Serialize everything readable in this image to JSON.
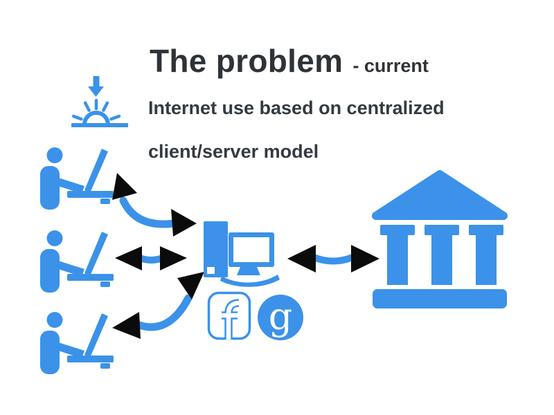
{
  "colors": {
    "accent": "#3B92E8",
    "heading_text": "#2F3337",
    "arrow_black": "#0B0B0B",
    "background": "#FFFFFF"
  },
  "header": {
    "title": "The problem",
    "title_suffix": "- current",
    "subtitle_line1": "Internet use based on centralized",
    "subtitle_line2": "client/server model"
  },
  "icons": {
    "sunrise": "sunrise-with-down-arrow",
    "clients": [
      "person-at-computer",
      "person-at-computer",
      "person-at-computer"
    ],
    "server": "desktop-computer",
    "services": [
      {
        "name": "facebook",
        "glyph": "f"
      },
      {
        "name": "google",
        "glyph": "g"
      }
    ],
    "institution": "bank-building"
  },
  "connections": [
    {
      "from": "client-1",
      "to": "server",
      "style": "curved-double-headed-arrow"
    },
    {
      "from": "client-2",
      "to": "server",
      "style": "straight-double-headed-arrow"
    },
    {
      "from": "client-3",
      "to": "server",
      "style": "curved-double-headed-arrow"
    },
    {
      "from": "server",
      "to": "institution",
      "style": "straight-double-headed-arrow"
    }
  ]
}
